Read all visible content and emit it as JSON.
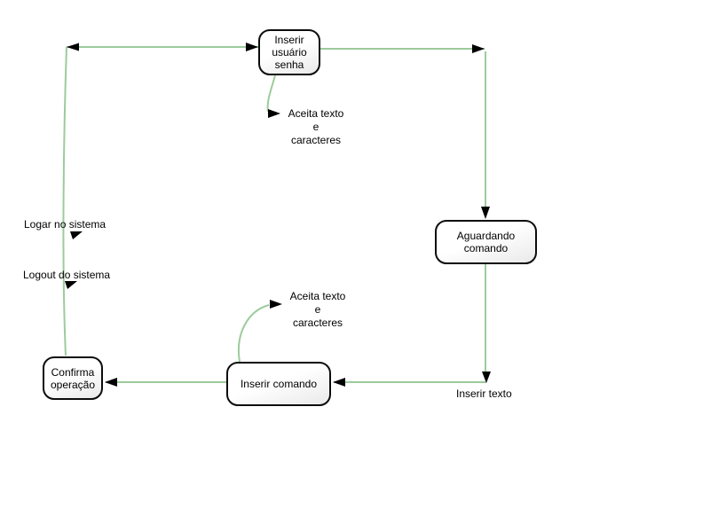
{
  "diagram": {
    "title": "",
    "nodes": {
      "inserir_usuario_senha": {
        "label": "Inserir\nusuário\nsenha"
      },
      "aguardando_comando": {
        "label": "Aguardando\ncomando"
      },
      "inserir_comando": {
        "label": "Inserir comando"
      },
      "confirma_operacao": {
        "label": "Confirma\noperação"
      }
    },
    "edge_labels": {
      "aceita_texto_top": "Aceita texto\ne\ncaracteres",
      "aceita_texto_bottom": "Aceita texto\ne\ncaracteres",
      "logar_no_sistema": "Logar no sistema",
      "logout_do_sistema": "Logout do sistema",
      "inserir_texto": "Inserir texto"
    },
    "colors": {
      "connector": "#9ccb9c",
      "arrowhead": "#000000",
      "node_border": "#0c0c0c",
      "node_fill_top": "#ffffff",
      "node_fill_bottom": "#e9e9e9",
      "background": "#ffffff"
    }
  }
}
